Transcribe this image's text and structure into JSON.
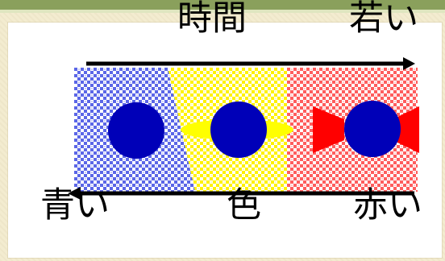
{
  "labels": {
    "time": "時間",
    "young": "若い",
    "blue": "青い",
    "color": "色",
    "red": "赤い"
  },
  "colors": {
    "background": "#f3ecd0",
    "panel": "#ffffff",
    "blue_region": "#5b66e7",
    "yellow_region": "#fff200",
    "red_region": "#ff5d5d",
    "circle": "#0000b8",
    "yellow_marks": "#ffff00",
    "red_marks": "#ff0000",
    "arrow": "#000000"
  }
}
